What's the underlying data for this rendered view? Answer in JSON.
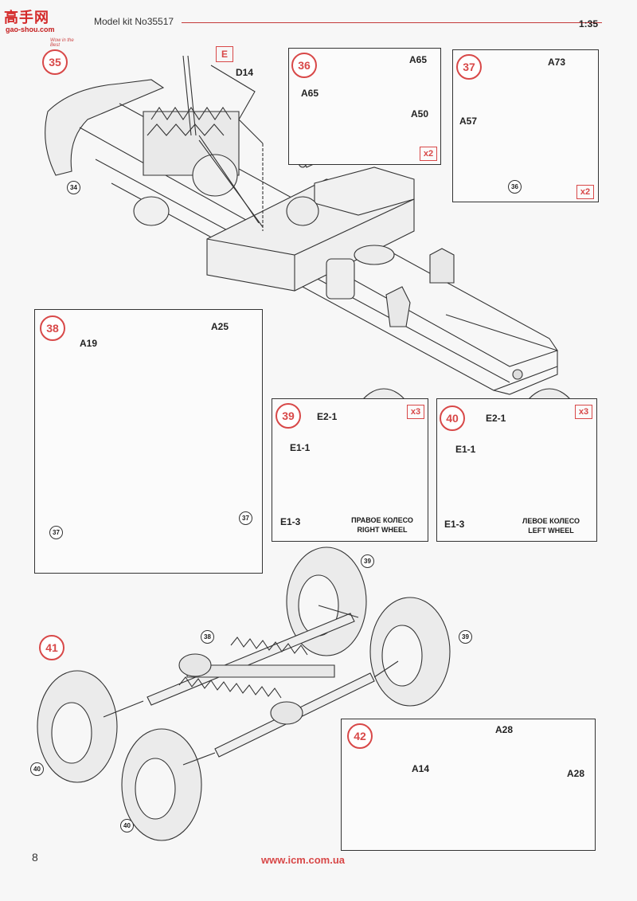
{
  "header": {
    "title": "Model kit No35517",
    "scale": "1:35",
    "watermark": {
      "main": "高手网",
      "sub": "gao-shou.com",
      "slogan": "Wow in the Best"
    }
  },
  "steps": {
    "s35": {
      "number": "35",
      "part_tag": "E",
      "label_d14": "D14",
      "ref": "34"
    },
    "s36": {
      "number": "36",
      "labels": [
        "A65",
        "A65",
        "A50"
      ],
      "multiplier": "x2"
    },
    "s37": {
      "number": "37",
      "labels": [
        "A73",
        "A57"
      ],
      "ref": "36",
      "multiplier": "x2"
    },
    "s38": {
      "number": "38",
      "labels": [
        "A19",
        "A25"
      ],
      "refs": [
        "37",
        "37"
      ]
    },
    "s39": {
      "number": "39",
      "labels": [
        "E2-1",
        "E1-1",
        "E1-3"
      ],
      "multiplier": "x3",
      "caption_ru": "ПРАВОЕ КОЛЕСО",
      "caption_en": "RIGHT WHEEL"
    },
    "s40": {
      "number": "40",
      "labels": [
        "E2-1",
        "E1-1",
        "E1-3"
      ],
      "multiplier": "x3",
      "caption_ru": "ЛЕВОЕ КОЛЕСО",
      "caption_en": "LEFT WHEEL"
    },
    "s41": {
      "number": "41",
      "refs": [
        "39",
        "38",
        "39",
        "40",
        "40"
      ]
    },
    "s42": {
      "number": "42",
      "labels": [
        "A28",
        "A14",
        "A28"
      ]
    }
  },
  "footer": {
    "url": "www.icm.com.ua",
    "page": "8"
  },
  "colors": {
    "accent": "#d84848",
    "line": "#333333",
    "paper": "#f7f7f7"
  }
}
